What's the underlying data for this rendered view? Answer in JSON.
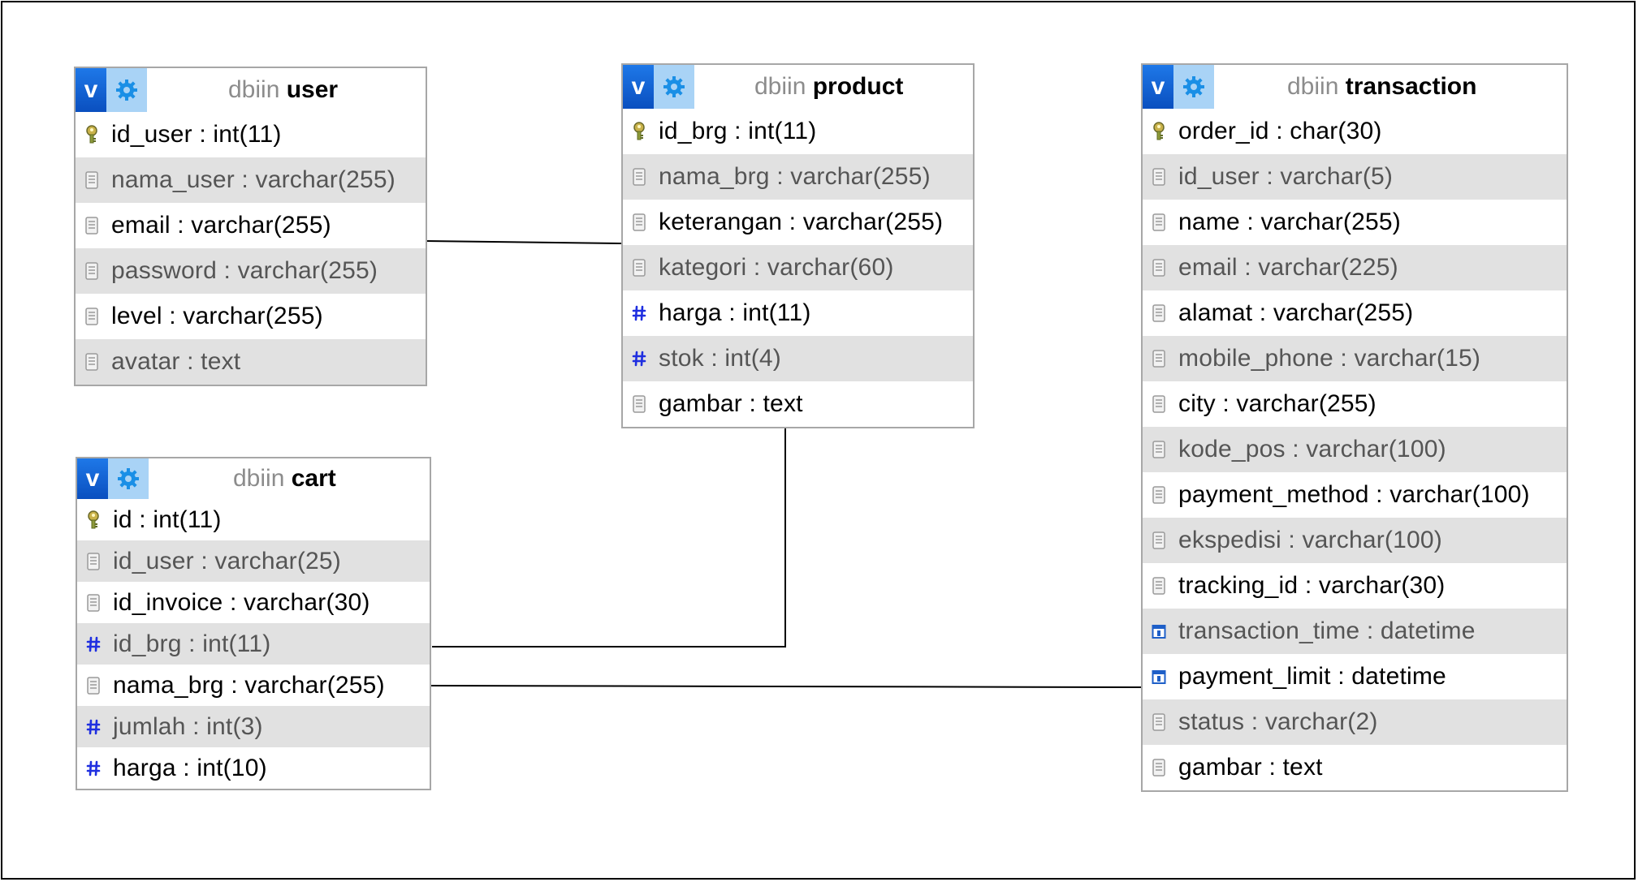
{
  "tables": {
    "user": {
      "db": "dbiin",
      "name": "user",
      "columns": [
        {
          "text": "id_user : int(11)",
          "icon": "key-icon"
        },
        {
          "text": "nama_user : varchar(255)",
          "icon": "column-icon"
        },
        {
          "text": "email : varchar(255)",
          "icon": "column-icon"
        },
        {
          "text": "password : varchar(255)",
          "icon": "column-icon"
        },
        {
          "text": "level : varchar(255)",
          "icon": "column-icon"
        },
        {
          "text": "avatar : text",
          "icon": "column-icon"
        }
      ]
    },
    "product": {
      "db": "dbiin",
      "name": "product",
      "columns": [
        {
          "text": "id_brg : int(11)",
          "icon": "key-icon"
        },
        {
          "text": "nama_brg : varchar(255)",
          "icon": "column-icon"
        },
        {
          "text": "keterangan : varchar(255)",
          "icon": "column-icon"
        },
        {
          "text": "kategori : varchar(60)",
          "icon": "column-icon"
        },
        {
          "text": "harga : int(11)",
          "icon": "hash-icon"
        },
        {
          "text": "stok : int(4)",
          "icon": "hash-icon"
        },
        {
          "text": "gambar : text",
          "icon": "column-icon"
        }
      ]
    },
    "transaction": {
      "db": "dbiin",
      "name": "transaction",
      "columns": [
        {
          "text": "order_id : char(30)",
          "icon": "key-icon"
        },
        {
          "text": "id_user : varchar(5)",
          "icon": "column-icon"
        },
        {
          "text": "name : varchar(255)",
          "icon": "column-icon"
        },
        {
          "text": "email : varchar(225)",
          "icon": "column-icon"
        },
        {
          "text": "alamat : varchar(255)",
          "icon": "column-icon"
        },
        {
          "text": "mobile_phone : varchar(15)",
          "icon": "column-icon"
        },
        {
          "text": "city : varchar(255)",
          "icon": "column-icon"
        },
        {
          "text": "kode_pos : varchar(100)",
          "icon": "column-icon"
        },
        {
          "text": "payment_method : varchar(100)",
          "icon": "column-icon"
        },
        {
          "text": "ekspedisi : varchar(100)",
          "icon": "column-icon"
        },
        {
          "text": "tracking_id : varchar(30)",
          "icon": "column-icon"
        },
        {
          "text": "transaction_time : datetime",
          "icon": "calendar-icon"
        },
        {
          "text": "payment_limit : datetime",
          "icon": "calendar-icon"
        },
        {
          "text": "status : varchar(2)",
          "icon": "column-icon"
        },
        {
          "text": "gambar : text",
          "icon": "column-icon"
        }
      ]
    },
    "cart": {
      "db": "dbiin",
      "name": "cart",
      "columns": [
        {
          "text": "id : int(11)",
          "icon": "key-icon"
        },
        {
          "text": "id_user : varchar(25)",
          "icon": "column-icon"
        },
        {
          "text": "id_invoice : varchar(30)",
          "icon": "column-icon"
        },
        {
          "text": "id_brg : int(11)",
          "icon": "hash-icon"
        },
        {
          "text": "nama_brg : varchar(255)",
          "icon": "column-icon"
        },
        {
          "text": "jumlah : int(3)",
          "icon": "hash-icon"
        },
        {
          "text": "harga : int(10)",
          "icon": "hash-icon"
        }
      ]
    }
  },
  "relations": [
    {
      "from": "user.email",
      "to": "product.keterangan"
    },
    {
      "from": "cart.id_brg",
      "to": "product"
    },
    {
      "from": "cart.nama_brg",
      "to": "transaction.payment_limit"
    }
  ]
}
